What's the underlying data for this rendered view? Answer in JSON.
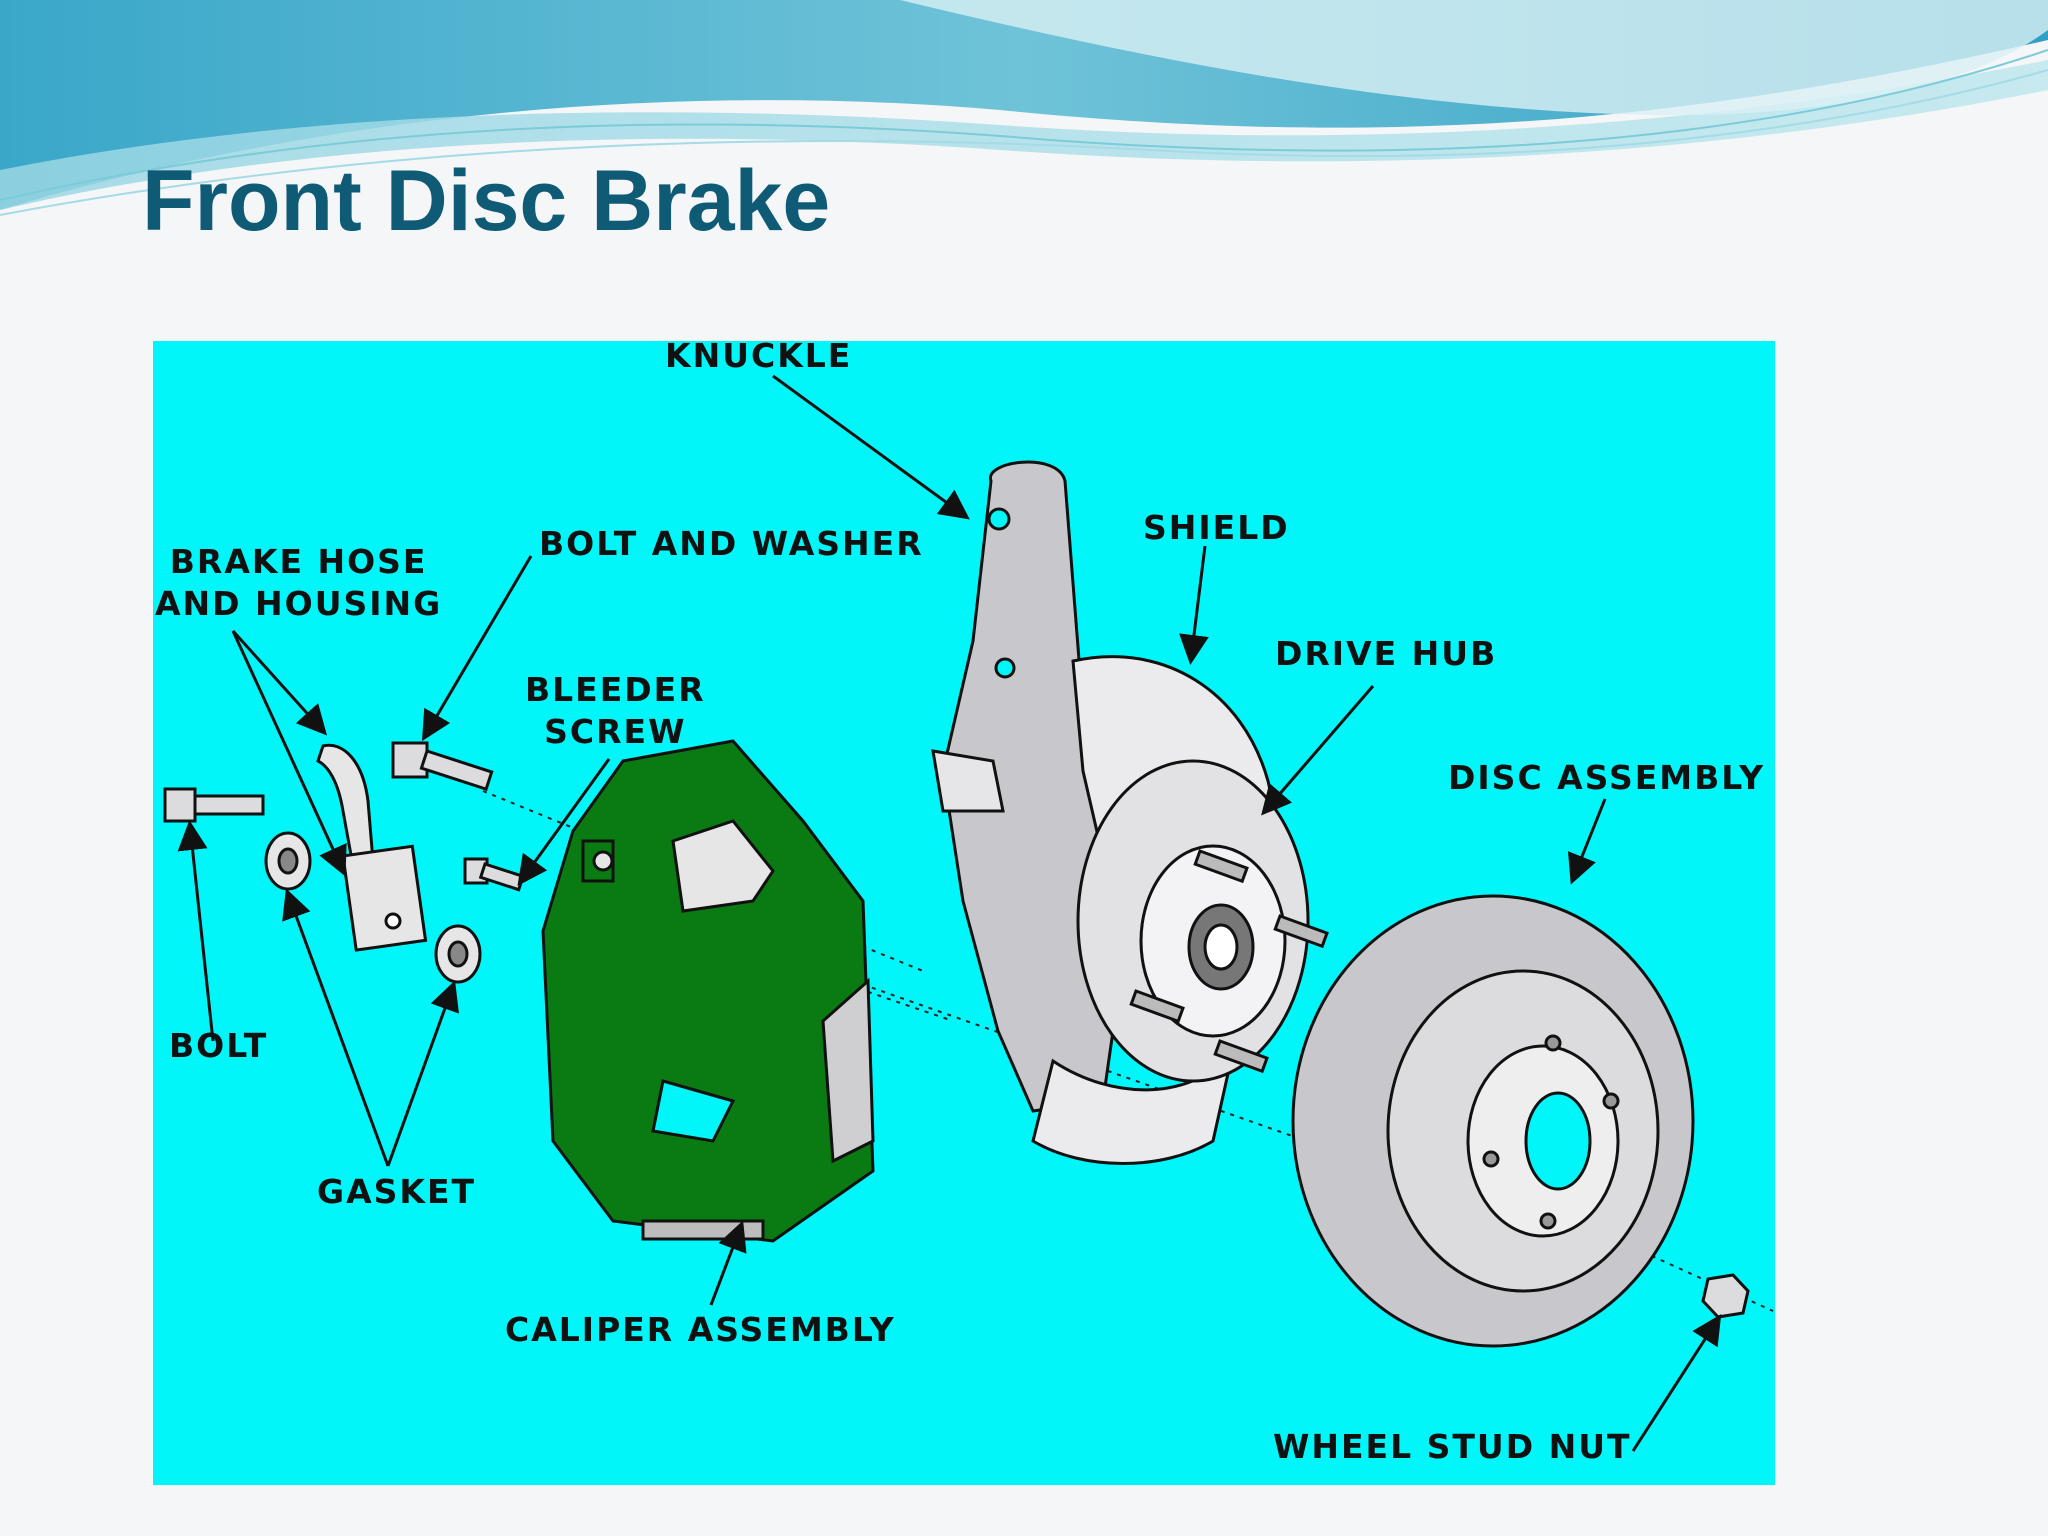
{
  "slide": {
    "title": "Front Disc Brake"
  },
  "diagram": {
    "labels": {
      "knuckle": "KNUCKLE",
      "brake_hose": "BRAKE HOSE\nAND HOUSING",
      "bolt_and_washer": "BOLT AND WASHER",
      "shield": "SHIELD",
      "drive_hub": "DRIVE HUB",
      "bleeder_screw": "BLEEDER\nSCREW",
      "disc_assembly": "DISC ASSEMBLY",
      "bolt": "BOLT",
      "gasket": "GASKET",
      "caliper_assembly": "CALIPER ASSEMBLY",
      "wheel_stud_nut": "WHEEL STUD NUT"
    },
    "colors": {
      "background": "#00f6f8",
      "caliper": "#0a7a12",
      "parts": "#c8c8cc",
      "title": "#0f5a74"
    }
  }
}
